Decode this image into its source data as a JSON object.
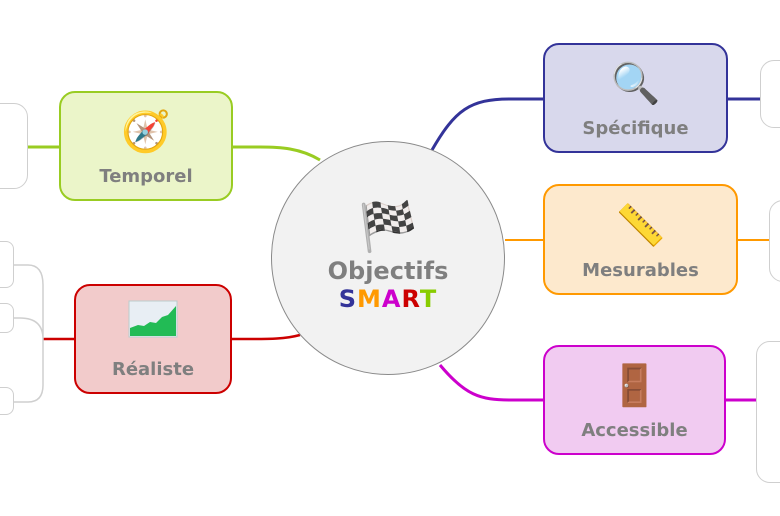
{
  "center": {
    "title": "Objectifs",
    "icon": "checkered-flag-icon",
    "smart": [
      {
        "letter": "S",
        "color": "#333399"
      },
      {
        "letter": "M",
        "color": "#ff9900"
      },
      {
        "letter": "A",
        "color": "#cc00cc"
      },
      {
        "letter": "R",
        "color": "#cc0000"
      },
      {
        "letter": "T",
        "color": "#88cc00"
      }
    ]
  },
  "branches": {
    "temporel": {
      "label": "Temporel",
      "icon": "compass-icon",
      "color": "#99cc22",
      "fill": "#ebf5c9"
    },
    "realiste": {
      "label": "Réaliste",
      "icon": "chart-area-icon",
      "color": "#cc0000",
      "fill": "#f2cbcb"
    },
    "specifique": {
      "label": "Spécifique",
      "icon": "magnifier-icon",
      "color": "#333399",
      "fill": "#d8d8ec"
    },
    "mesurables": {
      "label": "Mesurables",
      "icon": "ruler-icon",
      "color": "#ff9900",
      "fill": "#fde9cd"
    },
    "accessible": {
      "label": "Accessible",
      "icon": "door-icon",
      "color": "#cc00cc",
      "fill": "#f1cbf1"
    }
  }
}
